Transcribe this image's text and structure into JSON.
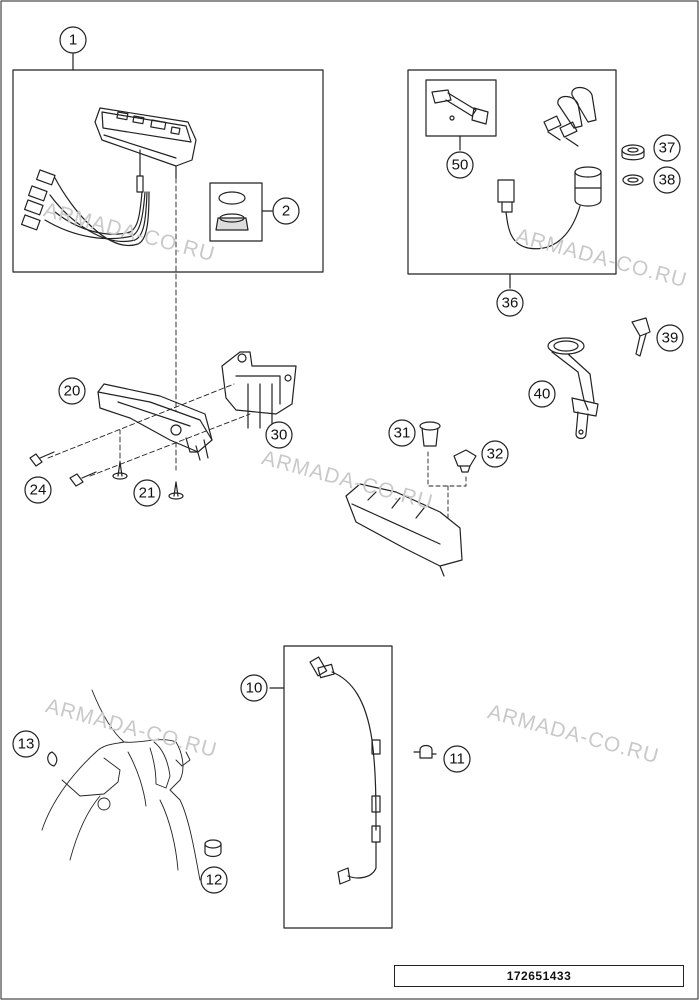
{
  "callouts": {
    "c1": "1",
    "c2": "2",
    "c10": "10",
    "c11": "11",
    "c12": "12",
    "c13": "13",
    "c20": "20",
    "c21": "21",
    "c24": "24",
    "c30": "30",
    "c31": "31",
    "c32": "32",
    "c36": "36",
    "c37": "37",
    "c38": "38",
    "c39": "39",
    "c40": "40",
    "c50": "50"
  },
  "watermark_text": "ARMADA-CO.RU",
  "diagram_code": "172651433",
  "colors": {
    "line": "#222222",
    "watermark": "#c9c9c9",
    "background": "#ffffff"
  }
}
